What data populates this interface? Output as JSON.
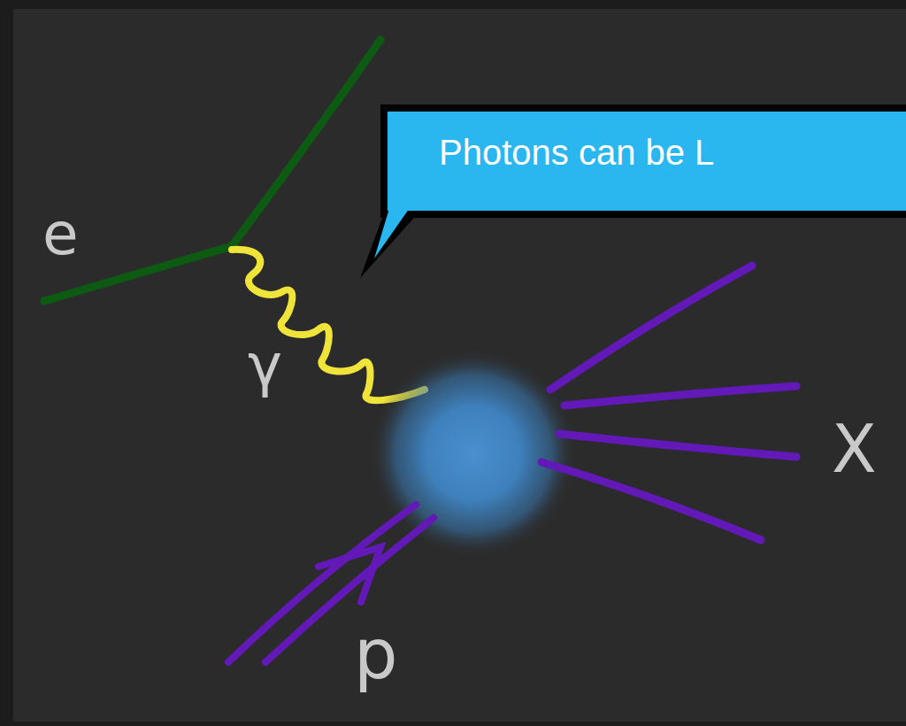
{
  "diagram": {
    "nodes": [
      {
        "text": [
          "Photons can be L"
        ]
      }
    ],
    "labels": [
      "e",
      "γ",
      "X",
      "p"
    ]
  }
}
